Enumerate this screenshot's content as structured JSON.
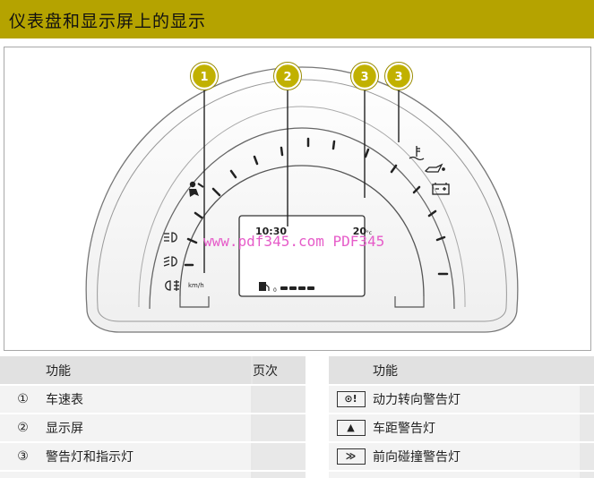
{
  "header": {
    "title": "仪表盘和显示屏上的显示"
  },
  "figure": {
    "callouts": [
      "1",
      "2",
      "3",
      "3"
    ],
    "display_time": "10:30",
    "display_temp": "20",
    "display_temp_unit": "°c",
    "speed_unit": "km/h",
    "fuel_index": "0",
    "watermark": "www.pdf345.com PDF345"
  },
  "left_table": {
    "headers": {
      "function": "功能",
      "page": "页次"
    },
    "rows": [
      {
        "symbol": "①",
        "function": "车速表",
        "page": ""
      },
      {
        "symbol": "②",
        "function": "显示屏",
        "page": ""
      },
      {
        "symbol": "③",
        "function": "警告灯和指示灯",
        "page": ""
      }
    ]
  },
  "right_table": {
    "headers": {
      "function": "功能"
    },
    "rows": [
      {
        "icon": "power-steering-warning-icon",
        "icon_text": "⊙!",
        "function": "动力转向警告灯"
      },
      {
        "icon": "distance-warning-icon",
        "icon_text": "▲",
        "function": "车距警告灯"
      },
      {
        "icon": "forward-collision-warning-icon",
        "icon_text": "≫",
        "function": "前向碰撞警告灯"
      }
    ]
  }
}
